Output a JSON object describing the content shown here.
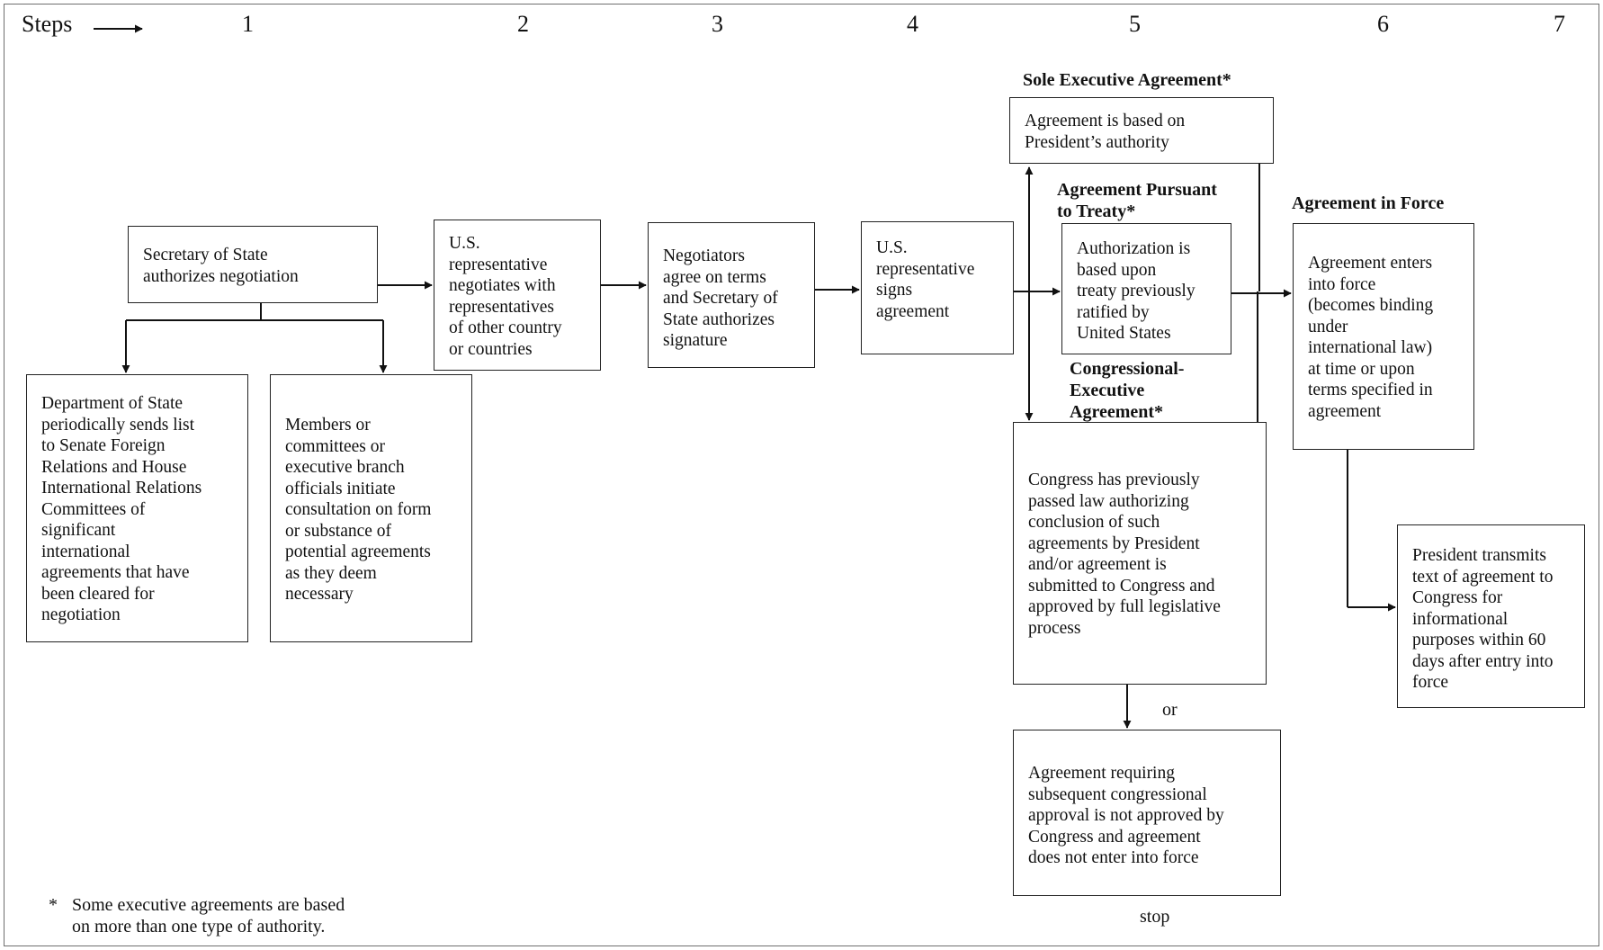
{
  "steps": {
    "label": "Steps",
    "numbers": [
      "1",
      "2",
      "3",
      "4",
      "5",
      "6",
      "7"
    ]
  },
  "headings": {
    "sole_executive": "Sole Executive Agreement*",
    "pursuant_to_treaty": "Agreement Pursuant\nto Treaty*",
    "congressional_executive": "Congressional-\nExecutive\nAgreement*",
    "in_force": "Agreement in Force"
  },
  "boxes": {
    "secretary_authorizes": "Secretary of State\nauthorizes negotiation",
    "dos_sends_list": "Department of State\nperiodically sends list\nto Senate Foreign\nRelations and House\nInternational Relations\nCommittees of\nsignificant\ninternational\nagreements that have\nbeen cleared for\nnegotiation",
    "members_consult": "Members or\ncommittees or\nexecutive branch\nofficials initiate\nconsultation on form\nor substance of\npotential agreements\nas they deem\nnecessary",
    "us_rep_negotiates": "U.S.\nrepresentative\nnegotiates with\nrepresentatives\nof other country\nor countries",
    "negotiators_agree": "Negotiators\nagree on terms\nand Secretary of\nState authorizes\nsignature",
    "us_rep_signs": "U.S.\nrepresentative\nsigns\nagreement",
    "president_authority": "Agreement is based on\nPresident’s authority",
    "treaty_authorization": "Authorization is\nbased upon\ntreaty previously\nratified by\nUnited States",
    "congress_passed_law": "Congress has previously\npassed law authorizing\nconclusion of such\nagreements by President\nand/or agreement is\nsubmitted to Congress and\napproved by full legislative\nprocess",
    "not_approved": "Agreement requiring\nsubsequent congressional\napproval is not approved by\nCongress and agreement\ndoes not enter into force",
    "enters_into_force": "Agreement enters\ninto force\n(becomes binding\nunder\ninternational law)\nat time or upon\nterms specified in\nagreement",
    "president_transmits": "President transmits\ntext of agreement to\nCongress for\ninformational\npurposes within 60\ndays after entry into\nforce"
  },
  "labels": {
    "or": "or",
    "stop": "stop"
  },
  "footnote": {
    "star": "*",
    "text": "Some executive agreements are based\non more than one type of authority."
  }
}
